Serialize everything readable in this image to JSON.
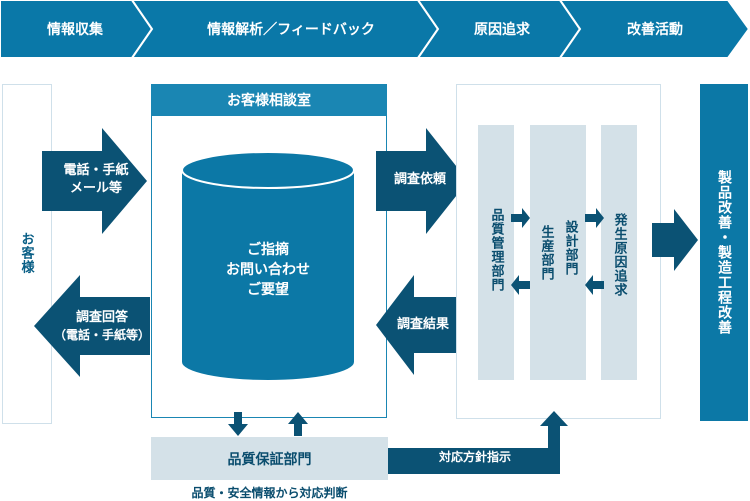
{
  "banner": {
    "steps": [
      {
        "label": "情報収集"
      },
      {
        "label": "情報解析／フィードバック"
      },
      {
        "label": "原因追求"
      },
      {
        "label": "改善活動"
      }
    ]
  },
  "customer": {
    "label": "お客様"
  },
  "inbound": {
    "line1": "電話・手紙",
    "line2": "メール等"
  },
  "reply": {
    "line1": "調査回答",
    "line2": "（電話・手紙等）"
  },
  "consult_room": {
    "title": "お客様相談室",
    "db_line1": "ご指摘",
    "db_line2": "お問い合わせ",
    "db_line3": "ご要望"
  },
  "request": {
    "label": "調査依頼"
  },
  "result": {
    "label": "調査結果"
  },
  "departments": {
    "quality": "品質管理部門",
    "production": "生産部門",
    "design": "設計部門",
    "cause": "発生原因追求"
  },
  "improvement": {
    "label": "製品改善・製造工程改善"
  },
  "qa": {
    "label": "品質保証部門",
    "note": "品質・安全情報から対応判断"
  },
  "policy": {
    "label": "対応方針指示"
  },
  "colors": {
    "banner": "#0a78a8",
    "dark_arrow": "#0b5274",
    "accent": "#1a86b3",
    "light": "#d4e1e8"
  }
}
